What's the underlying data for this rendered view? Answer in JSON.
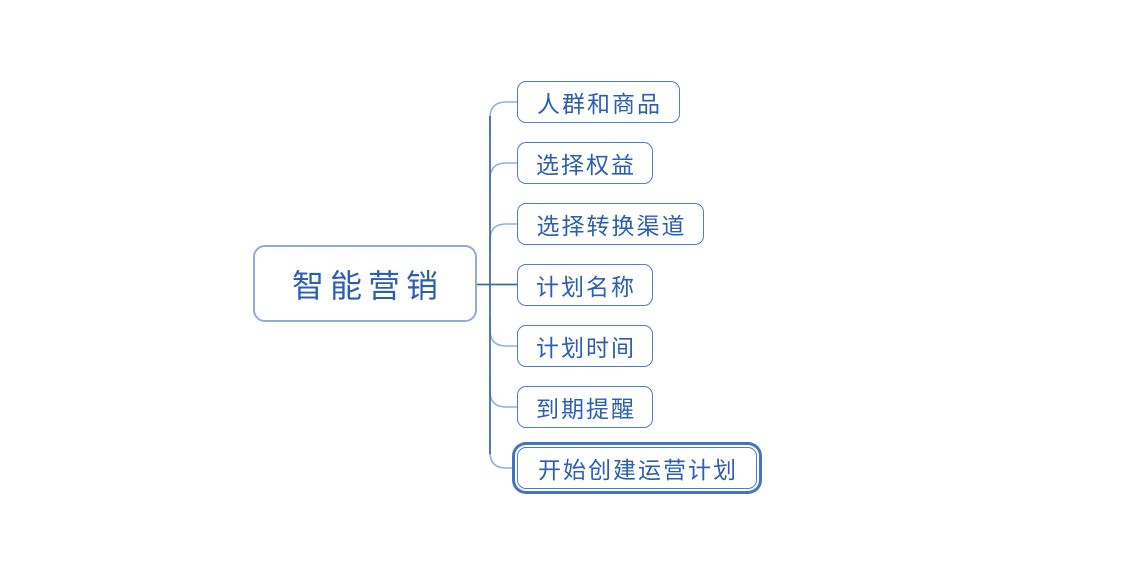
{
  "diagram": {
    "type": "mindmap",
    "background_color": "#ffffff",
    "root": {
      "label": "智能营销"
    },
    "children": [
      {
        "label": "人群和商品",
        "selected": false
      },
      {
        "label": "选择权益",
        "selected": false
      },
      {
        "label": "选择转换渠道",
        "selected": false
      },
      {
        "label": "计划名称",
        "selected": false
      },
      {
        "label": "计划时间",
        "selected": false
      },
      {
        "label": "到期提醒",
        "selected": false
      },
      {
        "label": "开始创建运营计划",
        "selected": true
      }
    ],
    "colors": {
      "text": "#2C5EB2",
      "root_border": "#8FACDB",
      "node_border": "#4E7FC4",
      "selected_outer_border": "#4472C4",
      "trunk_line": "#3A68AE",
      "branch_line": "#92B1DD"
    }
  }
}
